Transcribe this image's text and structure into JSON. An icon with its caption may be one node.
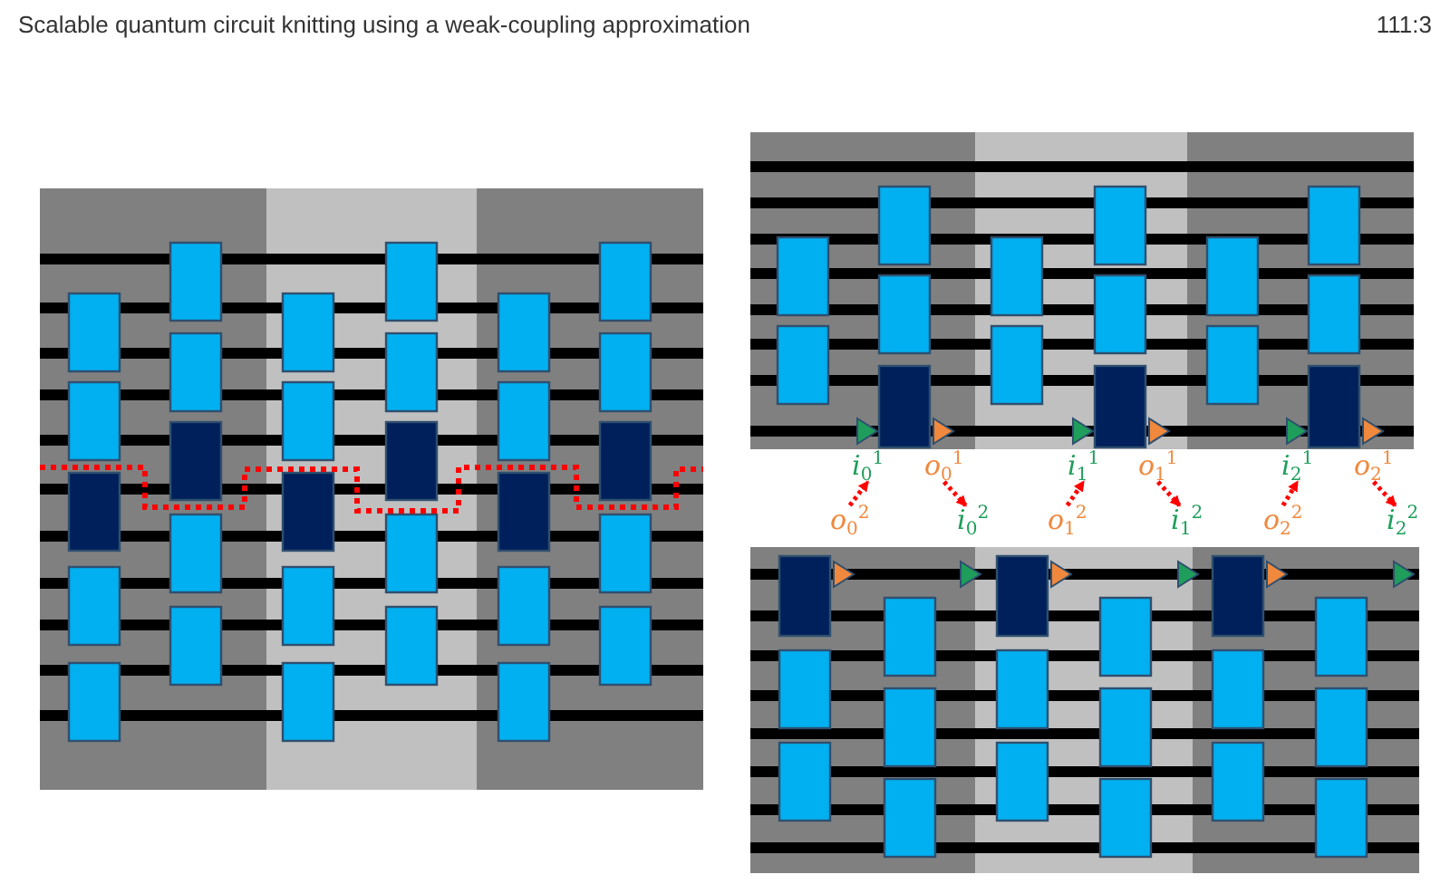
{
  "diagram": {
    "title": "Scalable quantum circuit knitting using a weak-coupling approximation",
    "nodes": [
      {
        "text": [
          "*i*$_{0}$$^{1}$"
        ]
      },
      {
        "text": [
          "*o*$_{0}$$^{1}$"
        ]
      },
      {
        "text": [
          "*i*$_{1}$$^{1}$"
        ]
      },
      {
        "text": [
          "*o*$_{1}$$^{1}$"
        ]
      },
      {
        "text": [
          "*i*$_{2}$$^{1}$"
        ]
      },
      {
        "text": [
          "*o*$_{2}$$^{1}$"
        ]
      },
      {
        "text": [
          "*o*$_{0}$$^{2}$"
        ]
      },
      {
        "text": [
          "*i*$_{0}$$^{2}$"
        ]
      },
      {
        "text": [
          "*o*$_{1}$$^{2}$"
        ]
      },
      {
        "text": [
          "*i*$_{1}$$^{2}$"
        ]
      },
      {
        "text": [
          "*o*$_{2}$$^{2}$"
        ]
      },
      {
        "text": [
          "*i*$_{2}$$^{2}$"
        ]
      }
    ],
    "edges": [
      {
        "from": 6,
        "to": 0,
        "arrow": "to",
        "style": "dashed"
      },
      {
        "from": 1,
        "to": 7,
        "arrow": "to",
        "style": "dashed"
      },
      {
        "from": 8,
        "to": 2,
        "arrow": "to",
        "style": "dashed"
      },
      {
        "from": 3,
        "to": 9,
        "arrow": "to",
        "style": "dashed"
      },
      {
        "from": 10,
        "to": 4,
        "arrow": "to",
        "style": "dashed"
      },
      {
        "from": 5,
        "to": 11,
        "arrow": "to",
        "style": "dashed"
      }
    ],
    "labels": [
      "111:3"
    ]
  }
}
